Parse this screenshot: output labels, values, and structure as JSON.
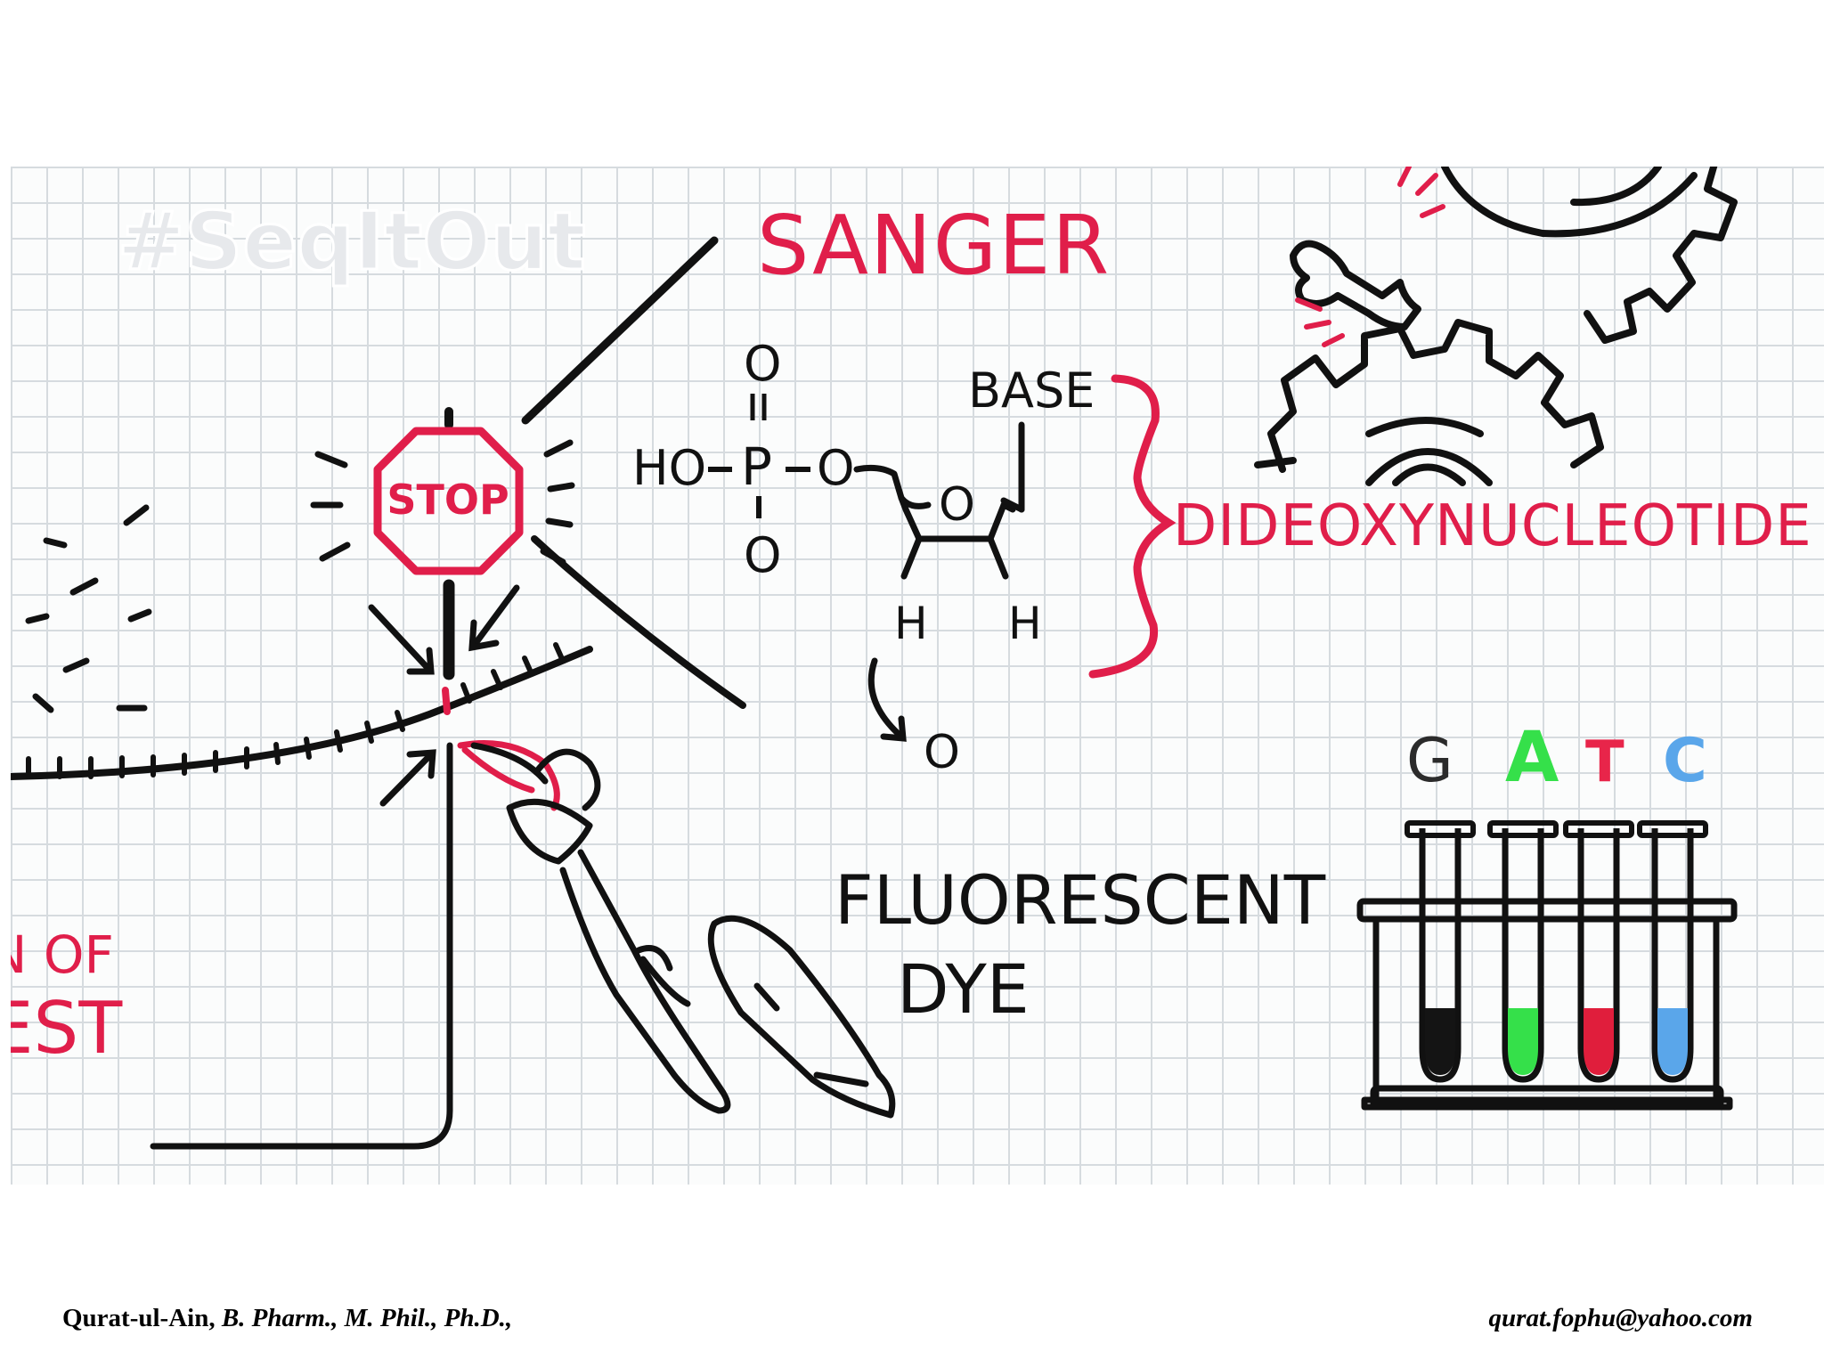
{
  "watermark": "#SeqItOut",
  "title": "SANGER",
  "stop_sign": "STOP",
  "chem": {
    "ho_group": "HO",
    "p": "P",
    "o_top": "O",
    "o_bottom": "O",
    "o_link": "O",
    "o_ring": "O",
    "base": "BASE",
    "h_left": "H",
    "h_right": "H",
    "o_arrow": "O",
    "dideoxy": "DIDEOXYNUCLEOTIDE"
  },
  "dye_label": [
    "FLUORESCENT",
    "DYE"
  ],
  "cut_text": [
    "N OF",
    "EST"
  ],
  "tubes": {
    "letters": [
      {
        "text": "G",
        "color": "#2b2b2b"
      },
      {
        "text": "A",
        "color": "#35e04a"
      },
      {
        "text": "T",
        "color": "#e8254a"
      },
      {
        "text": "C",
        "color": "#5aa6ea"
      }
    ],
    "liquid_colors": [
      "#141414",
      "#35e04a",
      "#e01e3c",
      "#5aa6ea"
    ]
  },
  "colors": {
    "accent_red": "#e01e4a",
    "ink": "#111111"
  },
  "footer": {
    "author": "Qurat-ul-Ain,",
    "credentials": "B. Pharm., M. Phil., Ph.D.,",
    "email": "qurat.fophu@yahoo.com"
  }
}
